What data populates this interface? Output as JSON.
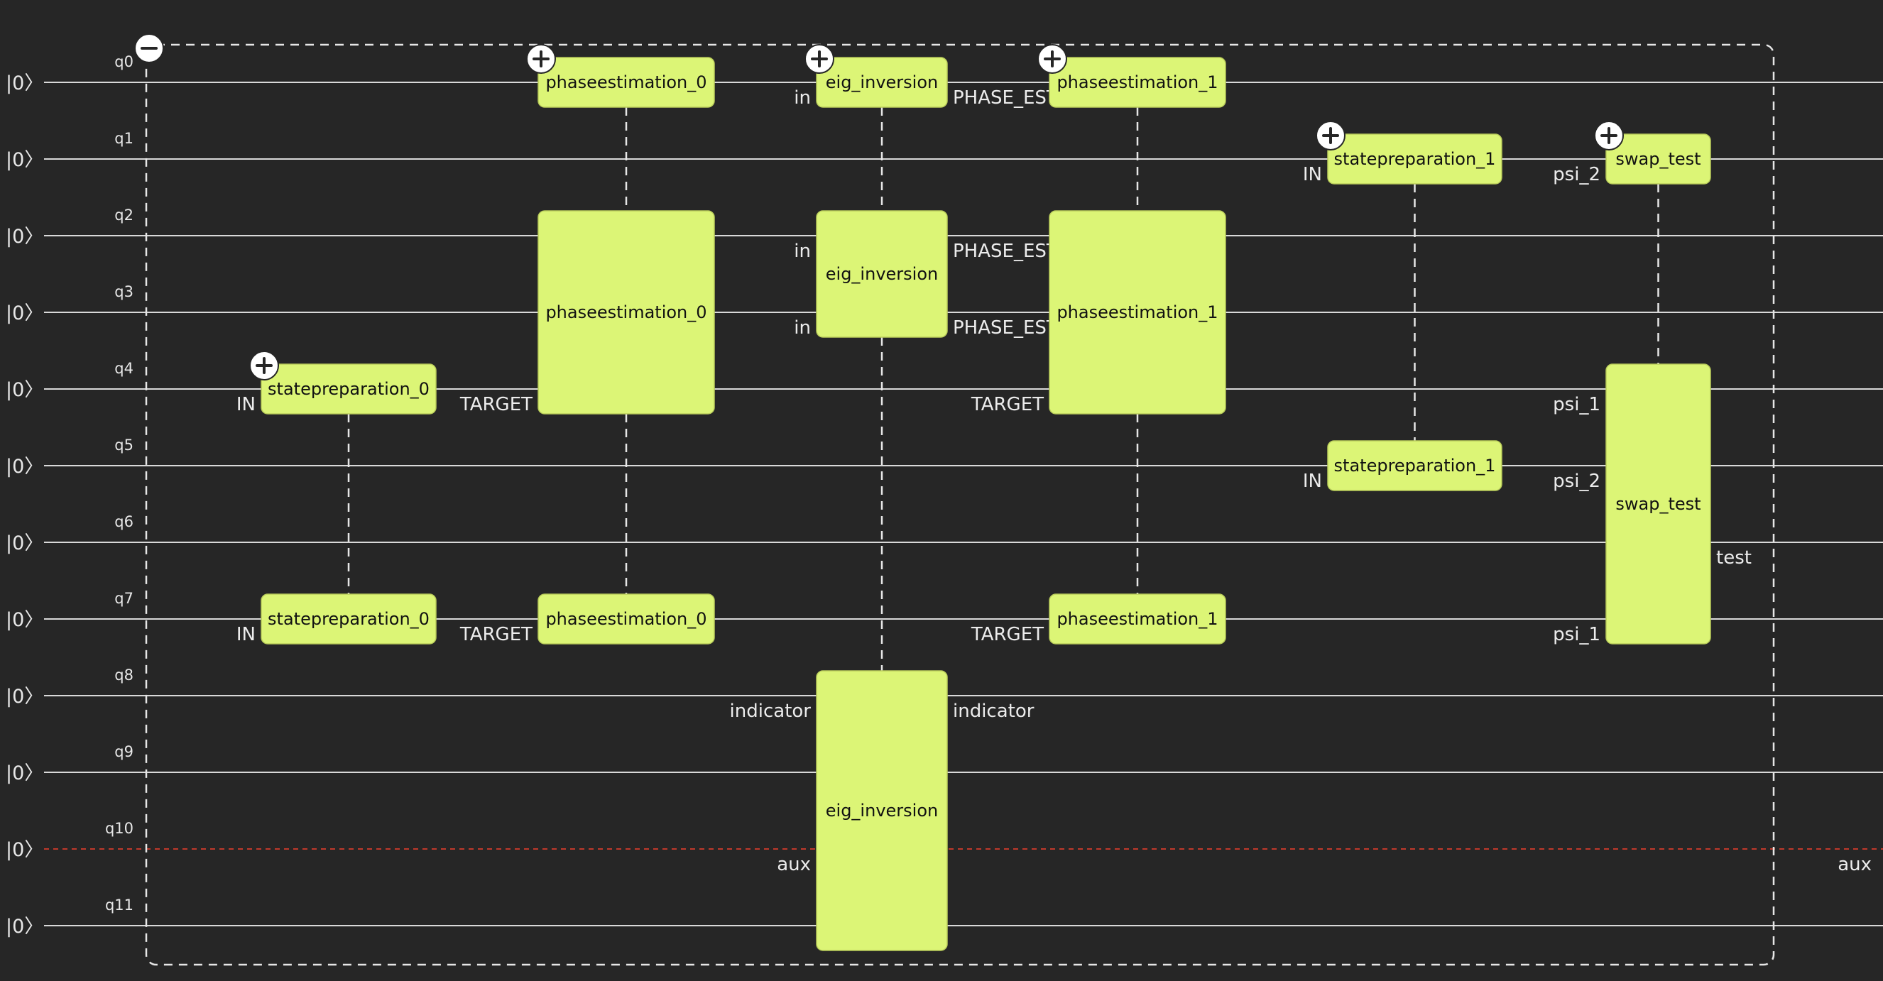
{
  "qubits": [
    {
      "name": "q0",
      "init": "|0〉"
    },
    {
      "name": "q1",
      "init": "|0〉"
    },
    {
      "name": "q2",
      "init": "|0〉"
    },
    {
      "name": "q3",
      "init": "|0〉"
    },
    {
      "name": "q4",
      "init": "|0〉"
    },
    {
      "name": "q5",
      "init": "|0〉"
    },
    {
      "name": "q6",
      "init": "|0〉"
    },
    {
      "name": "q7",
      "init": "|0〉"
    },
    {
      "name": "q8",
      "init": "|0〉"
    },
    {
      "name": "q9",
      "init": "|0〉"
    },
    {
      "name": "q10",
      "init": "|0〉"
    },
    {
      "name": "q11",
      "init": "|0〉"
    }
  ],
  "aux_qubit_index": 10,
  "aux_wire_color": "#c0392b",
  "gate_color": "#dcf576",
  "background_color": "#262626",
  "outer_block_toggle": "collapse",
  "right_labels": [
    {
      "text": "aux",
      "qubit": 10
    }
  ],
  "gates": [
    {
      "id": "statepreparation_0",
      "column": 1,
      "expand_toggle": true,
      "blocks": [
        {
          "label": "statepreparation_0",
          "from": 4,
          "to": 4,
          "in_ports": [
            {
              "qubit": 4,
              "text": "IN"
            }
          ],
          "out_ports": []
        },
        {
          "label": "statepreparation_0",
          "from": 7,
          "to": 7,
          "in_ports": [
            {
              "qubit": 7,
              "text": "IN"
            }
          ],
          "out_ports": []
        }
      ]
    },
    {
      "id": "phaseestimation_0",
      "column": 2,
      "expand_toggle": true,
      "blocks": [
        {
          "label": "phaseestimation_0",
          "from": 0,
          "to": 0,
          "in_ports": [],
          "out_ports": []
        },
        {
          "label": "phaseestimation_0",
          "from": 2,
          "to": 4,
          "in_ports": [
            {
              "qubit": 4,
              "text": "TARGET"
            }
          ],
          "out_ports": []
        },
        {
          "label": "phaseestimation_0",
          "from": 7,
          "to": 7,
          "in_ports": [
            {
              "qubit": 7,
              "text": "TARGET"
            }
          ],
          "out_ports": []
        }
      ]
    },
    {
      "id": "eig_inversion",
      "column": 3,
      "expand_toggle": true,
      "blocks": [
        {
          "label": "eig_inversion",
          "from": 0,
          "to": 0,
          "in_ports": [
            {
              "qubit": 0,
              "text": "in"
            }
          ],
          "out_ports": [
            {
              "qubit": 0,
              "text": "PHASE_EST"
            }
          ]
        },
        {
          "label": "eig_inversion",
          "from": 2,
          "to": 3,
          "in_ports": [
            {
              "qubit": 2,
              "text": "in"
            },
            {
              "qubit": 3,
              "text": "in"
            }
          ],
          "out_ports": [
            {
              "qubit": 2,
              "text": "PHASE_EST"
            },
            {
              "qubit": 3,
              "text": "PHASE_EST"
            }
          ]
        },
        {
          "label": "eig_inversion",
          "from": 8,
          "to": 11,
          "in_ports": [
            {
              "qubit": 8,
              "text": "indicator"
            },
            {
              "qubit": 10,
              "text": "aux"
            }
          ],
          "out_ports": [
            {
              "qubit": 8,
              "text": "indicator"
            }
          ]
        }
      ]
    },
    {
      "id": "phaseestimation_1",
      "column": 4,
      "expand_toggle": true,
      "blocks": [
        {
          "label": "phaseestimation_1",
          "from": 0,
          "to": 0,
          "in_ports": [],
          "out_ports": []
        },
        {
          "label": "phaseestimation_1",
          "from": 2,
          "to": 4,
          "in_ports": [
            {
              "qubit": 4,
              "text": "TARGET"
            }
          ],
          "out_ports": []
        },
        {
          "label": "phaseestimation_1",
          "from": 7,
          "to": 7,
          "in_ports": [
            {
              "qubit": 7,
              "text": "TARGET"
            }
          ],
          "out_ports": []
        }
      ]
    },
    {
      "id": "statepreparation_1",
      "column": 5,
      "expand_toggle": true,
      "blocks": [
        {
          "label": "statepreparation_1",
          "from": 1,
          "to": 1,
          "in_ports": [
            {
              "qubit": 1,
              "text": "IN"
            }
          ],
          "out_ports": []
        },
        {
          "label": "statepreparation_1",
          "from": 5,
          "to": 5,
          "in_ports": [
            {
              "qubit": 5,
              "text": "IN"
            }
          ],
          "out_ports": []
        }
      ]
    },
    {
      "id": "swap_test",
      "column": 6,
      "expand_toggle": true,
      "blocks": [
        {
          "label": "swap_test",
          "from": 1,
          "to": 1,
          "in_ports": [
            {
              "qubit": 1,
              "text": "psi_2"
            }
          ],
          "out_ports": []
        },
        {
          "label": "swap_test",
          "from": 4,
          "to": 7,
          "in_ports": [
            {
              "qubit": 4,
              "text": "psi_1"
            },
            {
              "qubit": 5,
              "text": "psi_2"
            },
            {
              "qubit": 7,
              "text": "psi_1"
            }
          ],
          "out_ports": [
            {
              "qubit": 6,
              "text": "test"
            }
          ]
        }
      ]
    }
  ]
}
